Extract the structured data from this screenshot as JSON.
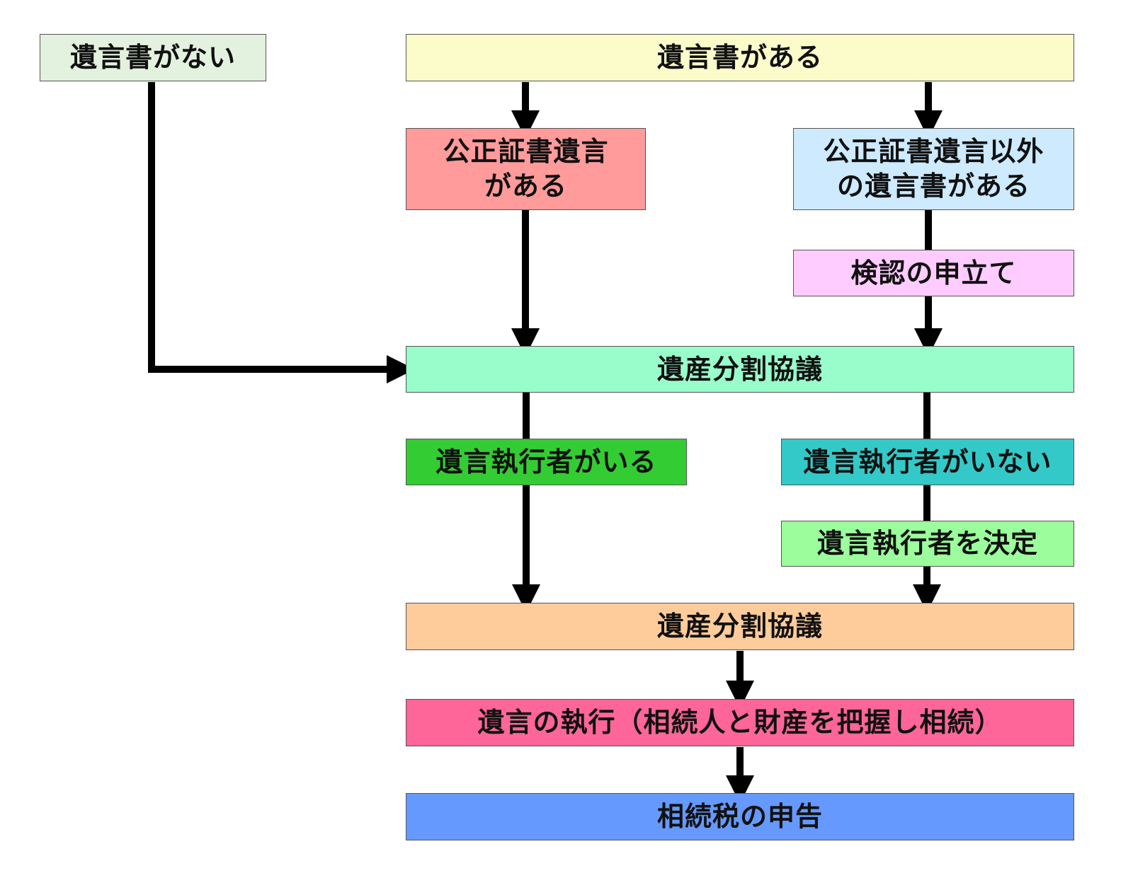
{
  "nodes": {
    "no_will": {
      "label": "遺言書がない",
      "color": "#e3f1df"
    },
    "has_will": {
      "label": "遺言書がある",
      "color": "#fcfccb"
    },
    "notarized_will": {
      "label": "公正証書遺言\nがある",
      "color": "#ff9b9b"
    },
    "other_will": {
      "label": "公正証書遺言以外\nの遺言書がある",
      "color": "#cdeafe"
    },
    "probate_request": {
      "label": "検認の申立て",
      "color": "#ffccff"
    },
    "division_consultation_1": {
      "label": "遺産分割協議",
      "color": "#98fdcb"
    },
    "executor_exists": {
      "label": "遺言執行者がいる",
      "color": "#33cc33"
    },
    "no_executor": {
      "label": "遺言執行者がいない",
      "color": "#33c9c9"
    },
    "decide_executor": {
      "label": "遺言執行者を決定",
      "color": "#9bfd9b"
    },
    "division_consultation_2": {
      "label": "遺産分割協議",
      "color": "#fecc9b"
    },
    "execute_will": {
      "label": "遺言の執行（相続人と財産を把握し相続）",
      "color": "#fe6699"
    },
    "inheritance_tax_filing": {
      "label": "相続税の申告",
      "color": "#6699fe"
    }
  },
  "edges": [
    {
      "from": "has_will",
      "to": "notarized_will"
    },
    {
      "from": "has_will",
      "to": "other_will"
    },
    {
      "from": "other_will",
      "to": "probate_request"
    },
    {
      "from": "notarized_will",
      "to": "division_consultation_1"
    },
    {
      "from": "probate_request",
      "to": "division_consultation_1"
    },
    {
      "from": "no_will",
      "to": "division_consultation_1"
    },
    {
      "from": "division_consultation_1",
      "to": "executor_exists"
    },
    {
      "from": "division_consultation_1",
      "to": "no_executor"
    },
    {
      "from": "executor_exists",
      "to": "division_consultation_2"
    },
    {
      "from": "no_executor",
      "to": "decide_executor"
    },
    {
      "from": "decide_executor",
      "to": "division_consultation_2"
    },
    {
      "from": "division_consultation_2",
      "to": "execute_will"
    },
    {
      "from": "execute_will",
      "to": "inheritance_tax_filing"
    }
  ]
}
